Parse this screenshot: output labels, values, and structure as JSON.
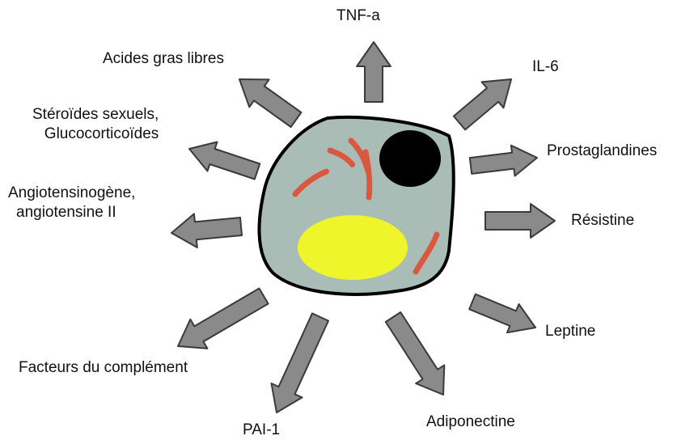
{
  "colors": {
    "arrow_fill": "#8a8a8a",
    "arrow_stroke": "#3a3a3a",
    "cell_fill": "#a9bdb6",
    "cell_outline": "#000000",
    "nucleus": "#000000",
    "lipid_droplet": "#eef52a",
    "organelle": "#d9583f"
  },
  "icons": [
    "adipocyte-cell-icon",
    "nucleus-icon",
    "lipid-droplet-icon",
    "organelle-icon",
    "arrow-icon"
  ],
  "labels": {
    "tnf": "TNF-a",
    "il6": "IL-6",
    "prostaglandines": "Prostaglandines",
    "resistine": "Résistine",
    "leptine": "Leptine",
    "adiponectine": "Adiponectine",
    "pai1": "PAI-1",
    "complement": "Facteurs du complément",
    "angiotensin": [
      "Angiotensinogène,",
      "angiotensine II"
    ],
    "steroides": [
      "Stéroïdes sexuels,",
      "Glucocorticoïdes"
    ],
    "acides": "Acides gras libres"
  }
}
